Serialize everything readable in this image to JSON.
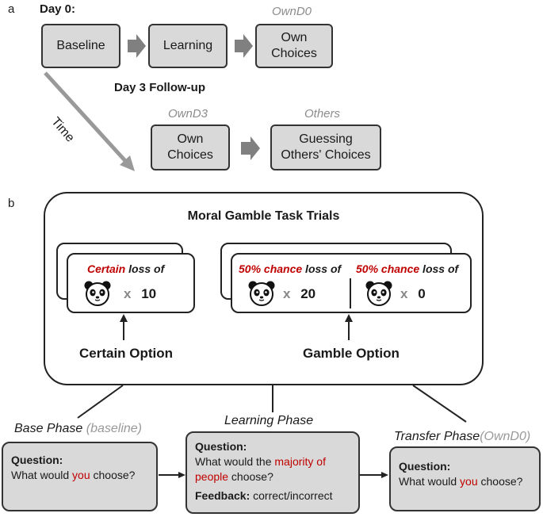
{
  "panel_a": {
    "letter": "a",
    "day0_label": "Day 0:",
    "baseline": "Baseline",
    "learning": "Learning",
    "own_choices_1": "Own Choices",
    "ownd0": "OwnD0",
    "day3_label": "Day 3 Follow-up",
    "time_label": "Time",
    "ownd3": "OwnD3",
    "others": "Others",
    "own_choices_2": "Own Choices",
    "guessing": "Guessing Others' Choices"
  },
  "panel_b": {
    "letter": "b",
    "title": "Moral Gamble Task Trials",
    "certain_card": {
      "red": "Certain",
      "rest": " loss of",
      "multiplier": "x",
      "amount": "10"
    },
    "gamble_card": {
      "left_red": "50% chance",
      "left_rest": " loss of",
      "left_amount": "20",
      "right_red": "50% chance",
      "right_rest": " loss of",
      "right_amount": "0",
      "multiplier": "x"
    },
    "certain_option": "Certain Option",
    "gamble_option": "Gamble Option",
    "base_phase": {
      "title": "Base Phase",
      "tag": "(baseline)",
      "question_label": "Question:",
      "q_pre": "What would ",
      "q_red": "you",
      "q_post": " choose?"
    },
    "learning_phase": {
      "title": "Learning Phase",
      "question_label": "Question:",
      "q_pre": "What would the ",
      "q_red1": "majority of",
      "q_red2": "people",
      "q_post": " choose?",
      "feedback_label": "Feedback:",
      "feedback_text": " correct/incorrect"
    },
    "transfer_phase": {
      "title": "Transfer Phase",
      "tag": "(OwnD0)",
      "question_label": "Question:",
      "q_pre": "What would ",
      "q_red": "you",
      "q_post": " choose?"
    }
  }
}
